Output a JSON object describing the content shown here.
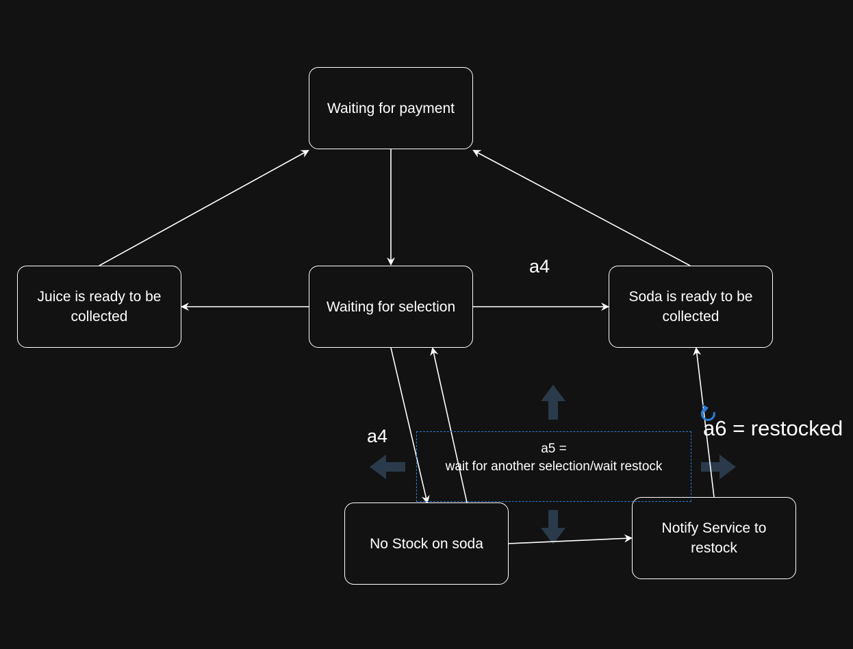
{
  "nodes": {
    "waiting_payment": "Waiting for payment",
    "waiting_selection": "Waiting for selection",
    "juice_ready": "Juice is ready to be\ncollected",
    "soda_ready": "Soda is ready to be\ncollected",
    "no_stock": "No Stock on soda",
    "notify_service": "Notify Service to\nrestock"
  },
  "labels": {
    "a4_top": "a4",
    "a4_left": "a4",
    "a5_line1": "a5 =",
    "a5_line2": "wait for another selection/wait restock",
    "a6": "a6 = restocked"
  },
  "colors": {
    "background": "#121212",
    "stroke": "#ffffff",
    "selection": "#2b7fd9",
    "hint_arrow": "#2a3a4a"
  },
  "icons": {
    "rotate_handle": "rotate-icon",
    "hint_arrows": [
      "arrow-up-icon",
      "arrow-down-icon",
      "arrow-left-icon",
      "arrow-right-icon"
    ]
  }
}
